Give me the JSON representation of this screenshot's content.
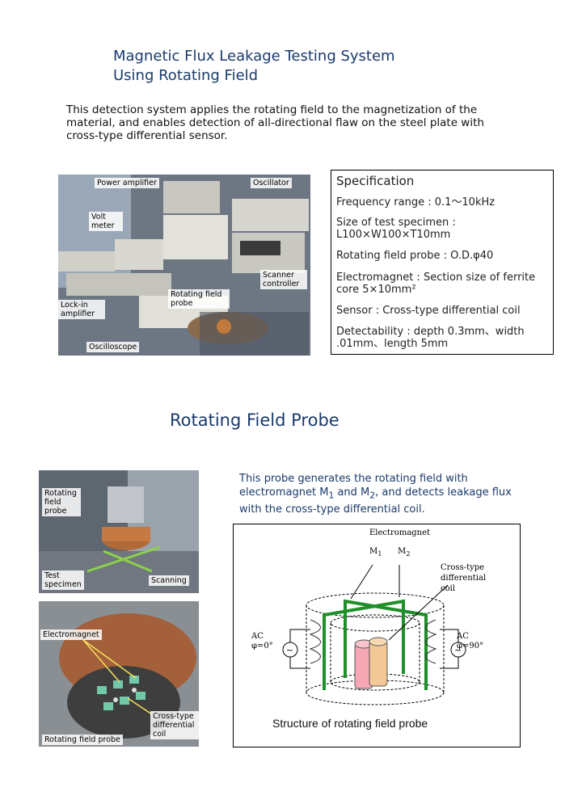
{
  "title": {
    "line1": "Magnetic Flux Leakage Testing System",
    "line2": "Using Rotating Field"
  },
  "intro": "  This detection system applies the rotating field to the magnetization of the material, and enables detection of all-directional flaw on the steel plate with cross-type differential sensor.",
  "system_photo": {
    "labels": {
      "power_amplifier": "Power amplifier",
      "oscillator": "Oscillator",
      "volt_meter": "Volt meter",
      "scanner_controller": "Scanner controller",
      "rotating_field_probe": "Rotating field probe",
      "lockin_amplifier": "Lock-in amplifier",
      "oscilloscope": "Oscilloscope"
    }
  },
  "spec": {
    "title": "Specification",
    "items": [
      "Frequency range : 0.1～10kHz",
      "Size of test specimen : L100×W100×T10mm",
      "Rotating field probe : O.D.φ40",
      "Electromagnet : Section size  of ferrite core 5×10mm²",
      "Sensor : Cross-type differential coil",
      "Detectability : depth 0.3mm、width .01mm、length 5mm"
    ]
  },
  "probe_heading": "Rotating Field Probe",
  "probe_text_html": "  This probe generates the rotating field with electromagnet M<sub>1</sub> and M<sub>2</sub>, and detects leakage flux with the cross-type differential coil.",
  "probe_photo1": {
    "labels": {
      "probe": "Rotating field probe",
      "specimen": "Test specimen",
      "scanning": "Scanning"
    }
  },
  "probe_photo2": {
    "labels": {
      "electromagnet": "Electromagnet",
      "coil": "Cross-type differential coil",
      "caption": "Rotating field probe"
    }
  },
  "diagram": {
    "electromagnet": "Electromagnet",
    "m1": "M1",
    "m2": "M2",
    "cross_coil": "Cross-type differential coil",
    "ac_left": "AC φ=0°",
    "ac_right": "AC φ=90°",
    "caption": "Structure of rotating field probe"
  },
  "colors": {
    "heading": "#1a3a6b",
    "green": "#1f8f2a",
    "pink": "#f5a8b4",
    "tan": "#f2c996"
  }
}
